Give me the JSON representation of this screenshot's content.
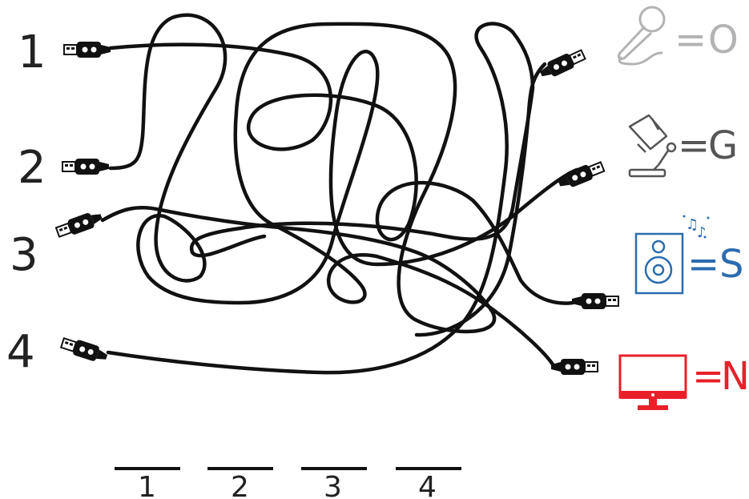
{
  "cables": [
    {
      "number": "1"
    },
    {
      "number": "2"
    },
    {
      "number": "3"
    },
    {
      "number": "4"
    }
  ],
  "legend": [
    {
      "icon": "microphone-icon",
      "eq": "=",
      "letter": "O",
      "color": "#b3b3b3"
    },
    {
      "icon": "desk-lamp-icon",
      "eq": "=",
      "letter": "G",
      "color": "#555555"
    },
    {
      "icon": "speaker-icon",
      "eq": "=",
      "letter": "S",
      "color": "#2b6cb0"
    },
    {
      "icon": "monitor-icon",
      "eq": "=",
      "letter": "N",
      "color": "#e8202a"
    }
  ],
  "answer_slots": [
    {
      "label": "1"
    },
    {
      "label": "2"
    },
    {
      "label": "3"
    },
    {
      "label": "4"
    }
  ]
}
